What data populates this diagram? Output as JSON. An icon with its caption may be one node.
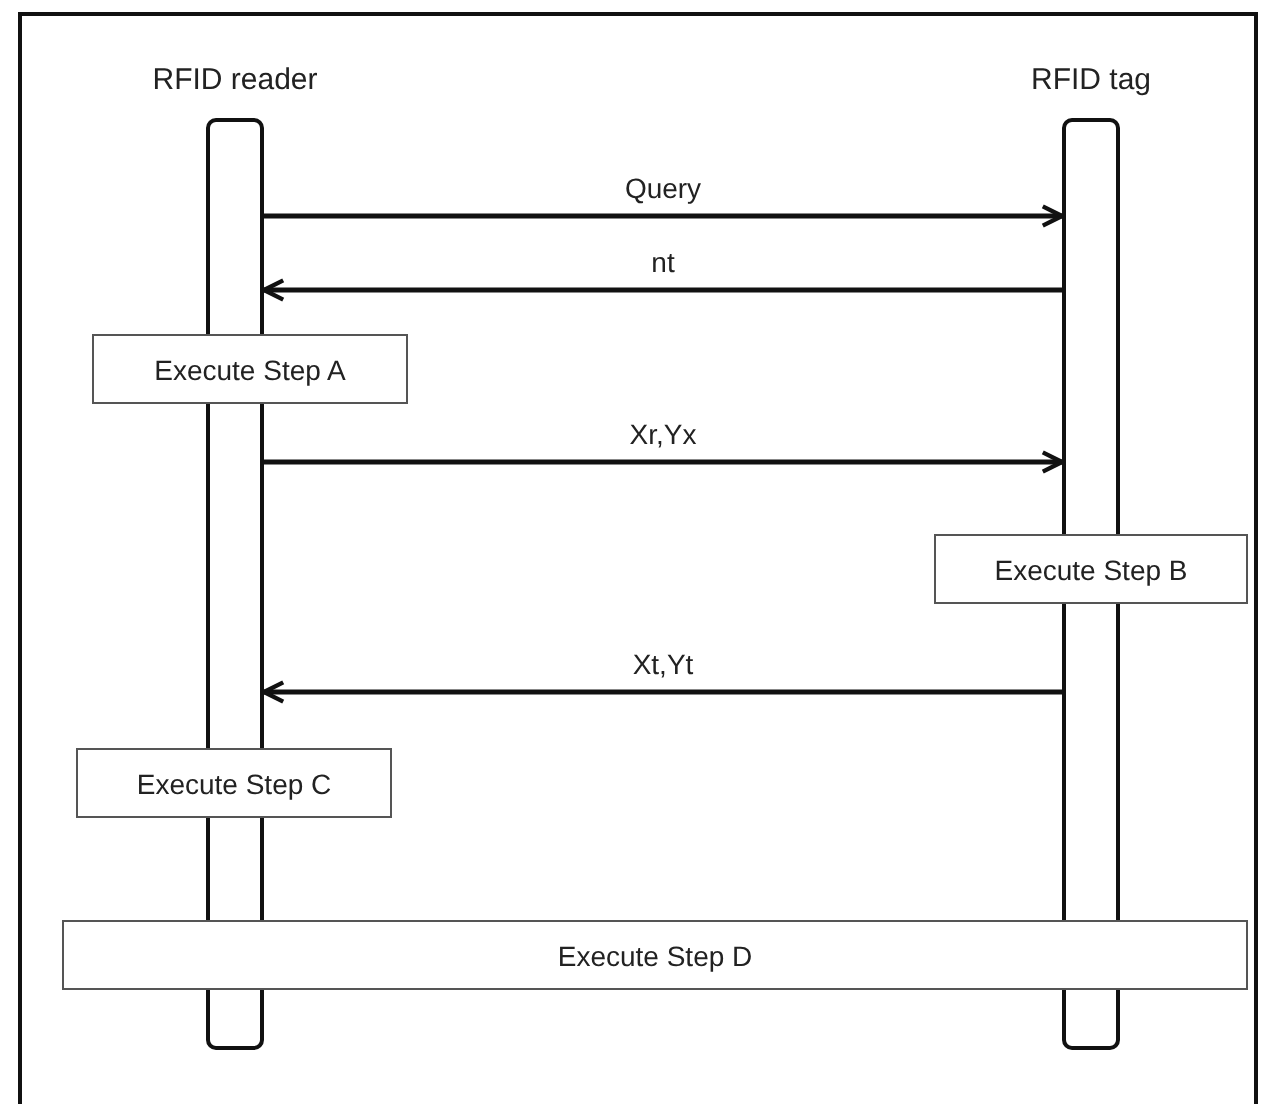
{
  "diagram": {
    "nodes": [
      {
        "text": [],
        "shape": "bar",
        "beside": [
          "RFID reader"
        ]
      },
      {
        "text": [],
        "shape": "bar",
        "beside": [
          "RFID tag"
        ]
      },
      {
        "text": [
          "Execute Step A"
        ]
      },
      {
        "text": [
          "Execute Step B"
        ]
      },
      {
        "text": [
          "Execute Step C"
        ]
      },
      {
        "text": [
          "Execute Step D"
        ]
      }
    ],
    "edges": [
      {
        "from": 0,
        "to": 1,
        "arrow": "to",
        "label": "Query"
      },
      {
        "from": 1,
        "to": 0,
        "arrow": "to",
        "label": "nt"
      },
      {
        "from": 0,
        "to": 1,
        "arrow": "to",
        "label": "Xr,Yx"
      },
      {
        "from": 1,
        "to": 0,
        "arrow": "to",
        "label": "Xt,Yt"
      }
    ]
  }
}
